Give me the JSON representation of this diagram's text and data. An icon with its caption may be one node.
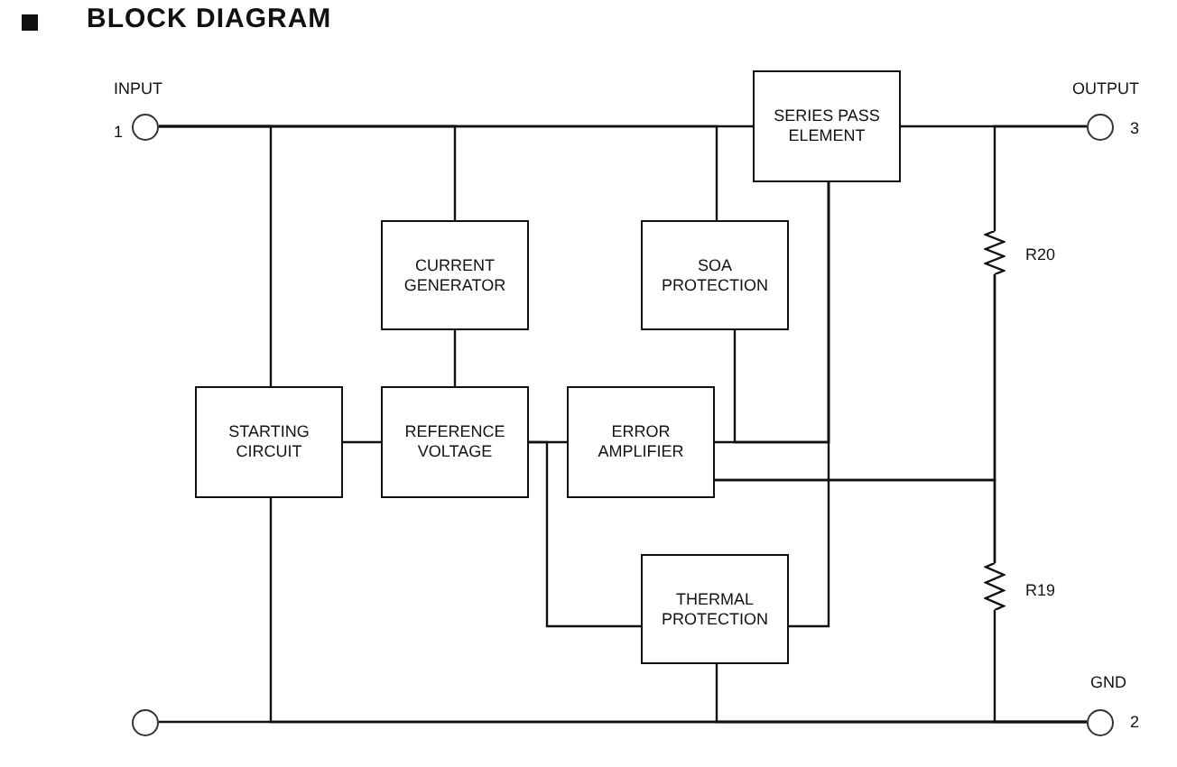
{
  "diagram": {
    "title": "BLOCK DIAGRAM",
    "nodes": [
      {
        "text": [],
        "shape": "circle",
        "beside": [
          "INPUT",
          "1"
        ]
      },
      {
        "text": [
          "SERIES PASS ELEMENT"
        ]
      },
      {
        "text": [],
        "shape": "circle",
        "beside": [
          "OUTPUT",
          "3"
        ]
      },
      {
        "text": [
          "CURRENT GENERATOR"
        ]
      },
      {
        "text": [
          "SOA PROTECTION"
        ]
      },
      {
        "text": [],
        "shape": "resistor",
        "beside": [
          "R20"
        ]
      },
      {
        "text": [
          "STARTING CIRCUIT"
        ]
      },
      {
        "text": [
          "REFERENCE VOLTAGE"
        ]
      },
      {
        "text": [
          "ERROR AMPLIFIER"
        ]
      },
      {
        "text": [],
        "shape": "resistor",
        "beside": [
          "R19"
        ]
      },
      {
        "text": [
          "THERMAL PROTECTION"
        ]
      },
      {
        "text": [],
        "shape": "circle"
      },
      {
        "text": [],
        "shape": "circle",
        "beside": [
          "GND",
          "2"
        ]
      }
    ],
    "edges": [
      {
        "from": 0,
        "to": 1,
        "arrow": "none"
      },
      {
        "from": 0,
        "to": 6,
        "arrow": "none"
      },
      {
        "from": 0,
        "to": 3,
        "arrow": "none"
      },
      {
        "from": 0,
        "to": 4,
        "arrow": "none"
      },
      {
        "from": 1,
        "to": 2,
        "arrow": "none"
      },
      {
        "from": 2,
        "to": 5,
        "arrow": "none"
      },
      {
        "from": 3,
        "to": 7,
        "arrow": "none"
      },
      {
        "from": 6,
        "to": 7,
        "arrow": "none"
      },
      {
        "from": 7,
        "to": 8,
        "arrow": "none"
      },
      {
        "from": 7,
        "to": 10,
        "arrow": "none"
      },
      {
        "from": 8,
        "to": 1,
        "arrow": "none"
      },
      {
        "from": 4,
        "to": 1,
        "arrow": "none"
      },
      {
        "from": 10,
        "to": 1,
        "arrow": "none"
      },
      {
        "from": 8,
        "to": 5,
        "arrow": "none"
      },
      {
        "from": 8,
        "to": 9,
        "arrow": "none"
      },
      {
        "from": 5,
        "to": 9,
        "arrow": "none"
      },
      {
        "from": 9,
        "to": 12,
        "arrow": "none"
      },
      {
        "from": 11,
        "to": 12,
        "arrow": "none"
      },
      {
        "from": 6,
        "to": 12,
        "arrow": "none"
      },
      {
        "from": 10,
        "to": 12,
        "arrow": "none"
      }
    ]
  }
}
